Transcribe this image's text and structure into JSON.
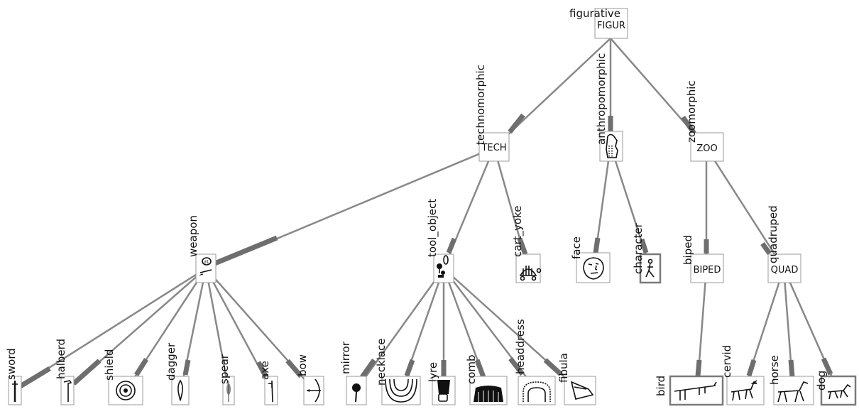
{
  "root": {
    "label": "figurative",
    "code": "FIGUR"
  },
  "level1": {
    "tech": {
      "label": "technomorphic",
      "code": "TECH"
    },
    "anthro": {
      "label": "anthropomorphic",
      "icon": "priest-figure-icon"
    },
    "zoo": {
      "label": "zoomorphic",
      "code": "ZOO"
    }
  },
  "level2": {
    "weapon": {
      "label": "weapon",
      "icon": "weapon-collage-icon"
    },
    "tool_object": {
      "label": "tool_object",
      "icon": "tool-collage-icon"
    },
    "cart_yoke": {
      "label": "cart_yoke",
      "icon": "cart-icon"
    },
    "face": {
      "label": "face",
      "icon": "face-icon"
    },
    "character": {
      "label": "character",
      "icon": "stick-figure-icon"
    },
    "biped": {
      "label": "biped",
      "code": "BIPED"
    },
    "quadruped": {
      "label": "quadruped",
      "code": "QUAD"
    }
  },
  "leaves": {
    "sword": {
      "label": "sword",
      "icon": "sword-icon"
    },
    "halberd": {
      "label": "halberd",
      "icon": "halberd-icon"
    },
    "shield": {
      "label": "shield",
      "icon": "shield-icon"
    },
    "dagger": {
      "label": "dagger",
      "icon": "dagger-icon"
    },
    "spear": {
      "label": "spear",
      "icon": "spear-icon"
    },
    "axe": {
      "label": "axe",
      "icon": "axe-icon"
    },
    "bow": {
      "label": "bow",
      "icon": "bow-icon"
    },
    "mirror": {
      "label": "mirror",
      "icon": "mirror-icon"
    },
    "necklace": {
      "label": "necklace",
      "icon": "necklace-icon"
    },
    "lyre": {
      "label": "lyre",
      "icon": "lyre-icon"
    },
    "comb": {
      "label": "comb",
      "icon": "comb-icon"
    },
    "headdress": {
      "label": "headdress",
      "icon": "headdress-icon"
    },
    "fibula": {
      "label": "fibula",
      "icon": "fibula-icon"
    },
    "bird": {
      "label": "bird",
      "icon": "bird-icon"
    },
    "cervid": {
      "label": "cervid",
      "icon": "cervid-icon"
    },
    "horse": {
      "label": "horse",
      "icon": "horse-icon"
    },
    "dog": {
      "label": "dog",
      "icon": "dog-icon"
    }
  },
  "colors": {
    "edge": "#888888",
    "thick_edge": "#6e6e6e",
    "box_border": "#9a9a9a"
  }
}
